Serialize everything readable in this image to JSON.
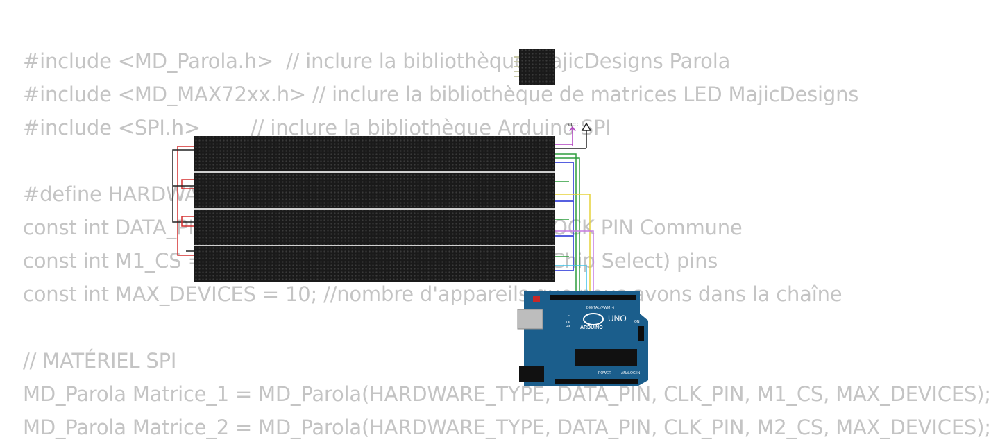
{
  "code_lines": [
    "#include <MD_Parola.h>  // inclure la bibliothèque MajicDesigns Parola",
    "#include <MD_MAX72xx.h> // inclure la bibliothèque de matrices LED MajicDesigns",
    "#include <SPI.h>        // inclure la bibliothèque Arduino SPI",
    "",
    "#define HARDWARE_TYPE MD_MAX72XX::FC16_HW",
    "const int DATA_PIN = 11, CLK_PIN = 13; // DATA et CLOCK PIN Commune",
    "const int M1_CS = 10, M2_CS = 9, M3_CS = 8; // CS (Chip Select) pins",
    "const int MAX_DEVICES = 10; //nombre d'appareils que nous avons dans la chaîne",
    "",
    "// MATÉRIEL SPI",
    "MD_Parola Matrice_1 = MD_Parola(HARDWARE_TYPE, DATA_PIN, CLK_PIN, M1_CS, MAX_DEVICES);",
    "MD_Parola Matrice_2 = MD_Parola(HARDWARE_TYPE, DATA_PIN, CLK_PIN, M2_CS, MAX_DEVICES);"
  ],
  "board": {
    "brand": "ARDUINO",
    "model": "UNO",
    "digital_label": "DIGITAL (PWM ~)",
    "power_label": "POWER",
    "analog_label": "ANALOG IN",
    "on_label": "ON",
    "led_labels": [
      "L",
      "TX",
      "RX"
    ],
    "color": "#1b5e8c"
  },
  "vcc_label": "VCC",
  "colors": {
    "matrix": "#1a1a1a",
    "wire_red": "#d32f2f",
    "wire_black": "#222222",
    "wire_green": "#2e9e3e",
    "wire_blue": "#1e2bd6",
    "wire_yellow": "#e6d23a",
    "wire_violet": "#c77be0",
    "wire_cyan": "#3fc3e8",
    "wire_magenta": "#b040c0"
  }
}
